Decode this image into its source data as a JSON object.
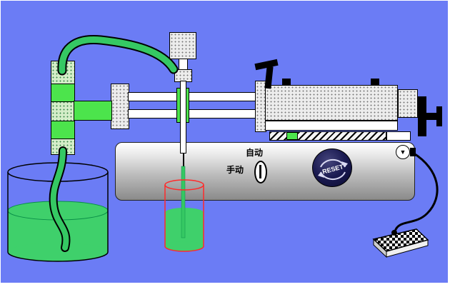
{
  "scene": {
    "subject": "liquid filling machine diagram",
    "background_color": "#6B7CF5"
  },
  "colors": {
    "liquid_green": "#3FD06B",
    "tube_green": "#35C863",
    "bright_green": "#4CE44C",
    "beaker_outline_red": "#FF2A2A",
    "knob_navy": "#141450",
    "cable_black": "#000000"
  },
  "control_panel": {
    "auto_label": "自动",
    "manual_label": "手动",
    "reset_label": "RESET",
    "eject_icon": "▼"
  }
}
